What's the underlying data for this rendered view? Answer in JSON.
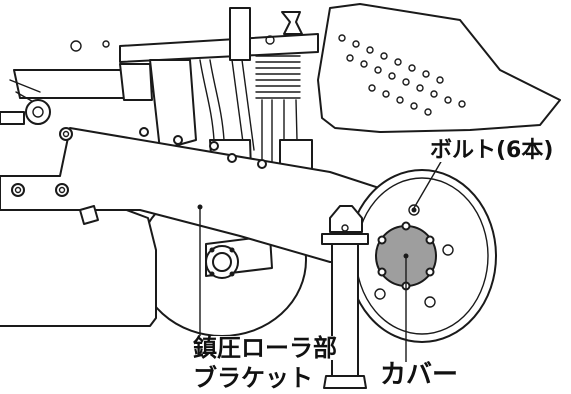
{
  "labels": {
    "bolt": "ボルト(6本)",
    "roller_bracket_line1": "鎮圧ローラ部",
    "roller_bracket_line2": "ブラケット",
    "cover": "カバー"
  },
  "colors": {
    "line": "#1a1a1a",
    "background": "#ffffff",
    "cover_fill": "#9e9e9e"
  }
}
